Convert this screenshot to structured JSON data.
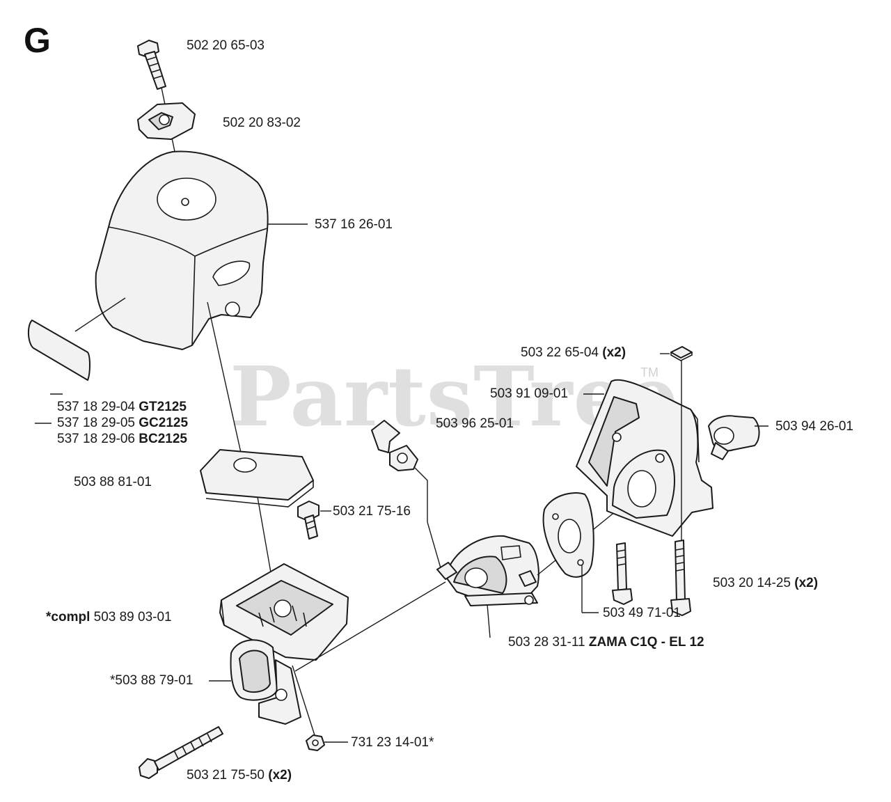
{
  "section": "G",
  "watermark": {
    "text": "PartsTree",
    "tm": "TM"
  },
  "labels": {
    "bolt_top": "502 20 65-03",
    "nut_cap": "502 20 83-02",
    "cover": "537 16 26-01",
    "decal_gt": {
      "num": "537 18 29-04",
      "model": "GT2125"
    },
    "decal_gc": {
      "num": "537 18 29-05",
      "model": "GC2125"
    },
    "decal_bc": {
      "num": "537 18 29-06",
      "model": "BC2125"
    },
    "filter": "503 88 81-01",
    "screw_small": "503 21 75-16",
    "housing": {
      "prefix": "*compl",
      "num": "503 89 03-01"
    },
    "choke_knob": "*503 88 79-01",
    "long_bolt": {
      "num": "503 21 75-50",
      "qty": "(x2)"
    },
    "nut_bottom": "731 23 14-01*",
    "carb": {
      "num": "503 28 31-11",
      "model": "ZAMA C1Q - EL 12"
    },
    "gasket": "503 49 71-01",
    "screws_adapter": {
      "num": "503 20 14-25",
      "qty": "(x2)"
    },
    "nut_square": {
      "num": "503 22 65-04",
      "qty": "(x2)"
    },
    "adapter": "503 91 09-01",
    "clip": "503 96 25-01",
    "sleeve": "503 94 26-01"
  }
}
